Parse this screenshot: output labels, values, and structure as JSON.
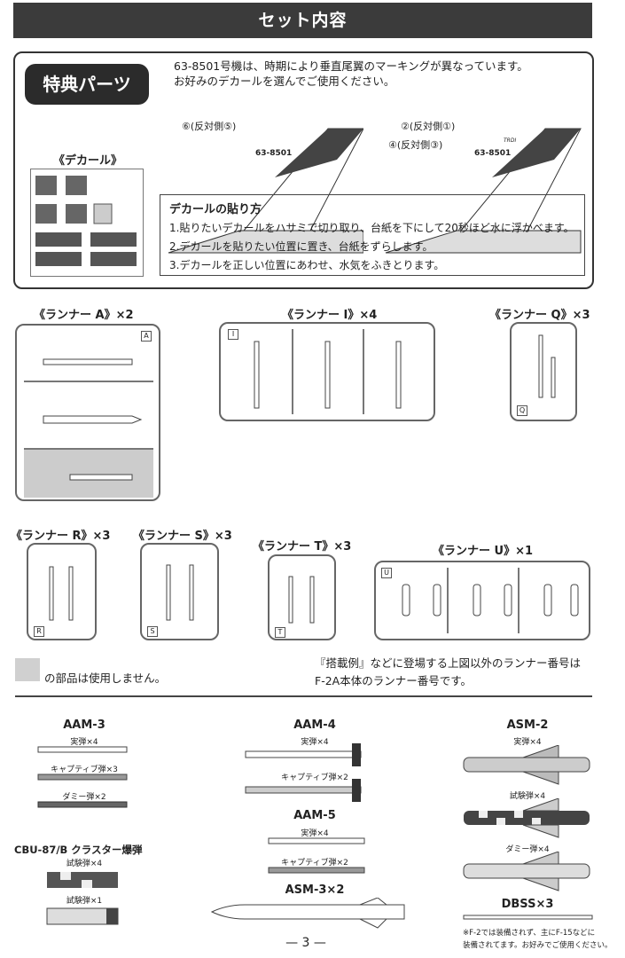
{
  "header": {
    "title": "セット内容"
  },
  "bonus": {
    "badge": "特典パーツ",
    "intro_line1": "63-8501号機は、時期により垂直尾翼のマーキングが異なっています。",
    "intro_line2": "お好みのデカールを選んでご使用ください。",
    "decal_label": "《デカール》",
    "tail_left": {
      "callout": "⑥(反対側⑤)",
      "serial": "63-8501"
    },
    "tail_right": {
      "callout1": "②(反対側①)",
      "callout2": "④(反対側③)",
      "serial": "63-8501",
      "mark": "TRDI"
    },
    "instructions": {
      "title": "デカールの貼り方",
      "steps": [
        "1.貼りたいデカールをハサミで切り取り、台紙を下にして20秒ほど水に浮かべます。",
        "2.デカールを貼りたい位置に置き、台紙をずらします。",
        "3.デカールを正しい位置にあわせ、水気をふきとります。"
      ]
    }
  },
  "runners": [
    {
      "label": "《ランナー A》×2",
      "letter": "A"
    },
    {
      "label": "《ランナー I》×4",
      "letter": "I"
    },
    {
      "label": "《ランナー Q》×3",
      "letter": "Q"
    },
    {
      "label": "《ランナー R》×3",
      "letter": "R"
    },
    {
      "label": "《ランナー S》×3",
      "letter": "S"
    },
    {
      "label": "《ランナー T》×3",
      "letter": "T"
    },
    {
      "label": "《ランナー U》×1",
      "letter": "U"
    }
  ],
  "notes": {
    "unused": "の部品は使用しません。",
    "other_line1": "『搭載例』などに登場する上図以外のランナー番号は",
    "other_line2": "F-2A本体のランナー番号です。"
  },
  "weapons": {
    "aam3": {
      "title": "AAM-3",
      "items": [
        "実弾×4",
        "キャプティブ弾×3",
        "ダミー弾×2"
      ]
    },
    "cbu": {
      "title": "CBU-87/B クラスター爆弾",
      "items": [
        "試験弾×4",
        "試験弾×1"
      ]
    },
    "aam4": {
      "title": "AAM-4",
      "items": [
        "実弾×4",
        "キャプティブ弾×2"
      ]
    },
    "aam5": {
      "title": "AAM-5",
      "items": [
        "実弾×4",
        "キャプティブ弾×2"
      ]
    },
    "asm3": {
      "title": "ASM-3×2"
    },
    "asm2": {
      "title": "ASM-2",
      "items": [
        "実弾×4",
        "試験弾×4",
        "ダミー弾×4"
      ]
    },
    "dbss": {
      "title": "DBSS×3",
      "note1": "※F-2では装備されず、主にF-15などに",
      "note2": "装備されてます。お好みでご使用ください。"
    }
  },
  "page_number": "3"
}
